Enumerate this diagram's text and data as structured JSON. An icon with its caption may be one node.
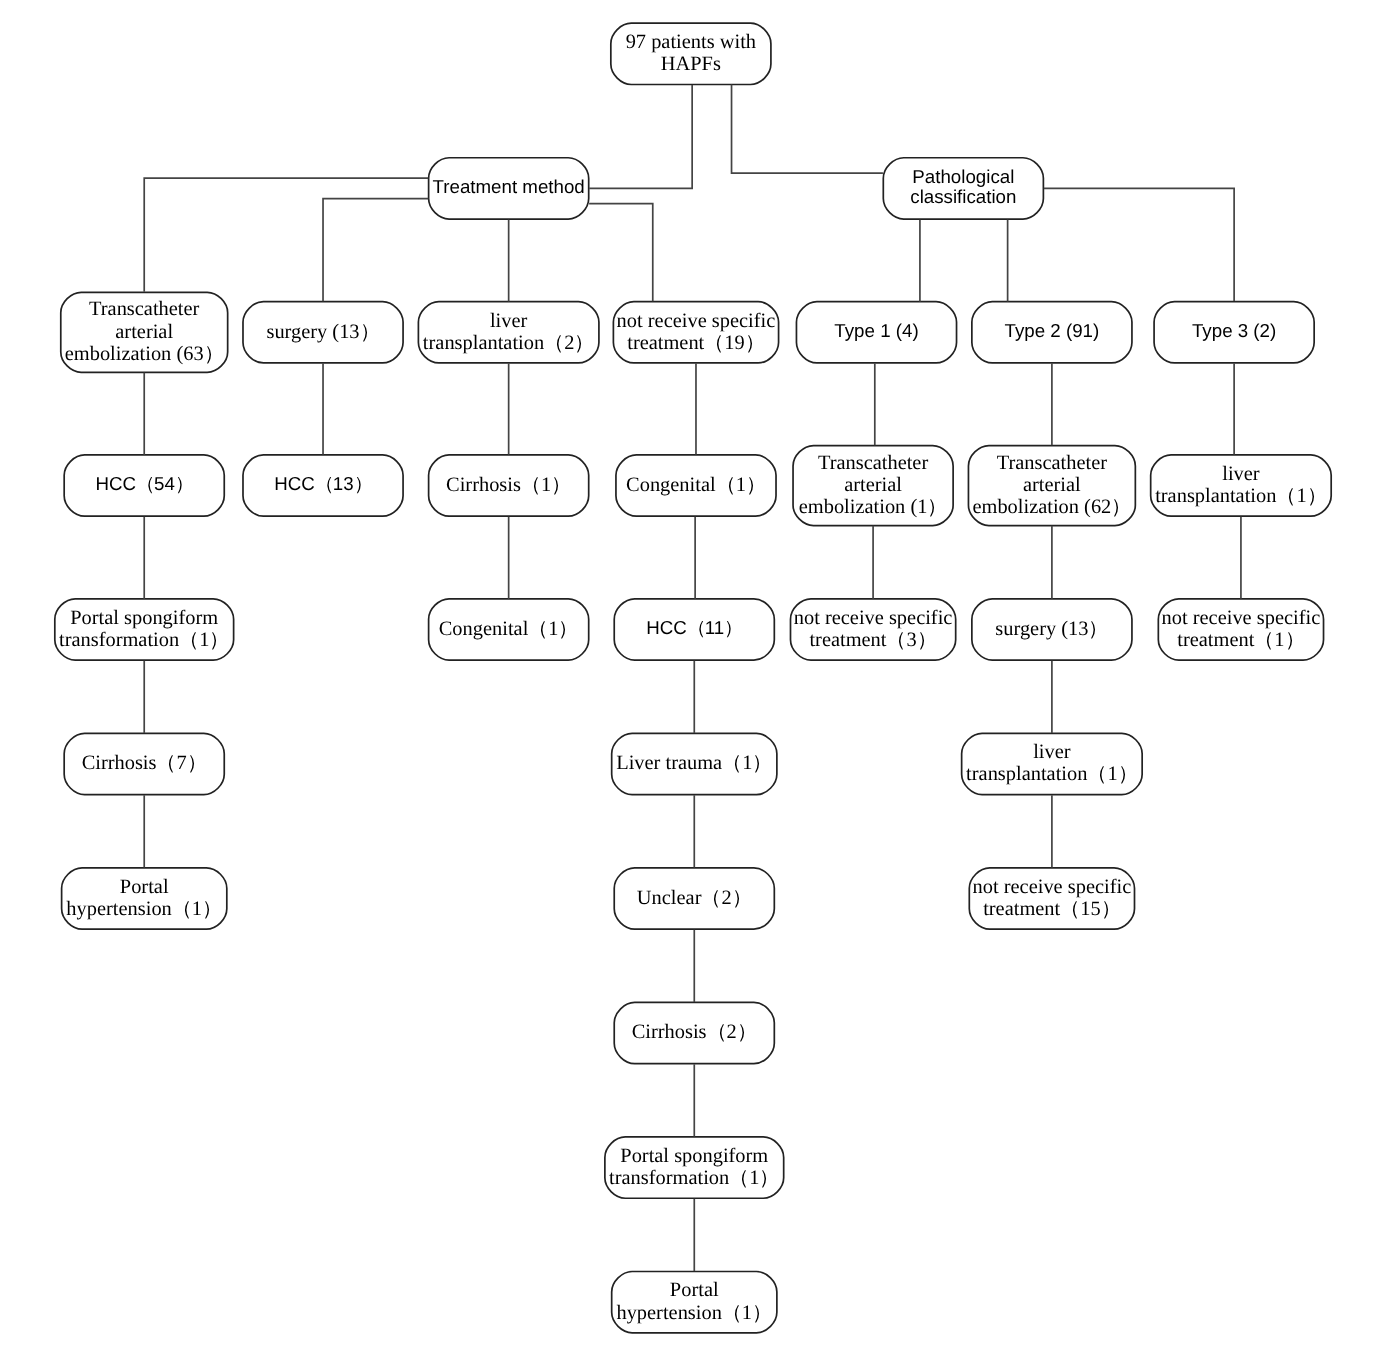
{
  "diagram": {
    "nodes": [
      {
        "text": [
          "97 patients with HAPFs"
        ]
      },
      {
        "text": [
          "Treatment method"
        ]
      },
      {
        "text": [
          "Pathological classification"
        ]
      },
      {
        "text": [
          "Transcatheter arterial embolization (63）"
        ]
      },
      {
        "text": [
          "surgery (13）"
        ]
      },
      {
        "text": [
          "liver transplantation（2）"
        ]
      },
      {
        "text": [
          "not receive specific treatment（19）"
        ]
      },
      {
        "text": [
          "Type 1 (4)"
        ]
      },
      {
        "text": [
          "Type 2 (91)"
        ]
      },
      {
        "text": [
          "Type 3 (2)"
        ]
      },
      {
        "text": [
          "HCC（54）"
        ]
      },
      {
        "text": [
          "Portal spongiform transformation（1）"
        ]
      },
      {
        "text": [
          "Cirrhosis（7）"
        ]
      },
      {
        "text": [
          "Portal hypertension（1）"
        ]
      },
      {
        "text": [
          "HCC（13）"
        ]
      },
      {
        "text": [
          "Cirrhosis（1）"
        ]
      },
      {
        "text": [
          "Congenital（1）"
        ]
      },
      {
        "text": [
          "Congenital（1）"
        ]
      },
      {
        "text": [
          "HCC（11）"
        ]
      },
      {
        "text": [
          "Liver trauma（1）"
        ]
      },
      {
        "text": [
          "Unclear（2）"
        ]
      },
      {
        "text": [
          "Cirrhosis（2）"
        ]
      },
      {
        "text": [
          "Portal spongiform transformation（1）"
        ]
      },
      {
        "text": [
          "Portal hypertension（1）"
        ]
      },
      {
        "text": [
          "Transcatheter arterial embolization (1）"
        ]
      },
      {
        "text": [
          "not receive specific treatment（3）"
        ]
      },
      {
        "text": [
          "Transcatheter arterial embolization (62）"
        ]
      },
      {
        "text": [
          "surgery (13）"
        ]
      },
      {
        "text": [
          "liver transplantation（1）"
        ]
      },
      {
        "text": [
          "not receive specific treatment（15）"
        ]
      },
      {
        "text": [
          "liver transplantation（1）"
        ]
      },
      {
        "text": [
          "not receive specific treatment（1）"
        ]
      }
    ],
    "edges": [
      {
        "from": 0,
        "to": 1,
        "arrow": "none"
      },
      {
        "from": 0,
        "to": 2,
        "arrow": "none"
      },
      {
        "from": 1,
        "to": 3,
        "arrow": "none"
      },
      {
        "from": 1,
        "to": 4,
        "arrow": "none"
      },
      {
        "from": 1,
        "to": 5,
        "arrow": "none"
      },
      {
        "from": 1,
        "to": 6,
        "arrow": "none"
      },
      {
        "from": 2,
        "to": 7,
        "arrow": "none"
      },
      {
        "from": 2,
        "to": 8,
        "arrow": "none"
      },
      {
        "from": 2,
        "to": 9,
        "arrow": "none"
      },
      {
        "from": 3,
        "to": 10,
        "arrow": "none"
      },
      {
        "from": 10,
        "to": 11,
        "arrow": "none"
      },
      {
        "from": 11,
        "to": 12,
        "arrow": "none"
      },
      {
        "from": 12,
        "to": 13,
        "arrow": "none"
      },
      {
        "from": 4,
        "to": 14,
        "arrow": "none"
      },
      {
        "from": 5,
        "to": 15,
        "arrow": "none"
      },
      {
        "from": 15,
        "to": 16,
        "arrow": "none"
      },
      {
        "from": 6,
        "to": 17,
        "arrow": "none"
      },
      {
        "from": 17,
        "to": 18,
        "arrow": "none"
      },
      {
        "from": 18,
        "to": 19,
        "arrow": "none"
      },
      {
        "from": 19,
        "to": 20,
        "arrow": "none"
      },
      {
        "from": 20,
        "to": 21,
        "arrow": "none"
      },
      {
        "from": 21,
        "to": 22,
        "arrow": "none"
      },
      {
        "from": 22,
        "to": 23,
        "arrow": "none"
      },
      {
        "from": 7,
        "to": 24,
        "arrow": "none"
      },
      {
        "from": 24,
        "to": 25,
        "arrow": "none"
      },
      {
        "from": 8,
        "to": 26,
        "arrow": "none"
      },
      {
        "from": 26,
        "to": 27,
        "arrow": "none"
      },
      {
        "from": 27,
        "to": 28,
        "arrow": "none"
      },
      {
        "from": 28,
        "to": 29,
        "arrow": "none"
      },
      {
        "from": 9,
        "to": 30,
        "arrow": "none"
      },
      {
        "from": 30,
        "to": 31,
        "arrow": "none"
      }
    ]
  }
}
